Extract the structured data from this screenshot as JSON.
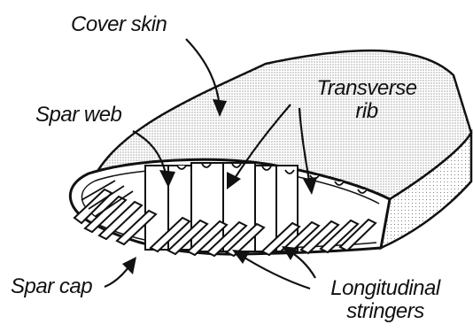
{
  "colors": {
    "ink": "#111111",
    "shade": "#cfcfcf",
    "background": "#ffffff"
  },
  "labels": {
    "cover_skin": "Cover skin",
    "spar_web": "Spar web",
    "transverse_rib_1": "Transverse",
    "transverse_rib_2": "rib",
    "spar_cap": "Spar cap",
    "longitudinal_stringers_1": "Longitudinal",
    "longitudinal_stringers_2": "stringers"
  }
}
